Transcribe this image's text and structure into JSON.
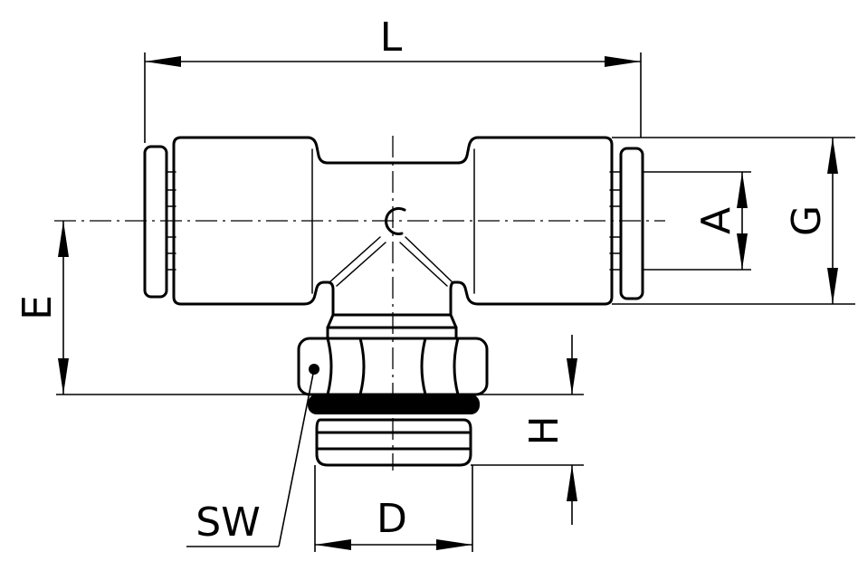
{
  "labels": {
    "L": "L",
    "A": "A",
    "G": "G",
    "E": "E",
    "H": "H",
    "SW": "SW",
    "D": "D"
  }
}
